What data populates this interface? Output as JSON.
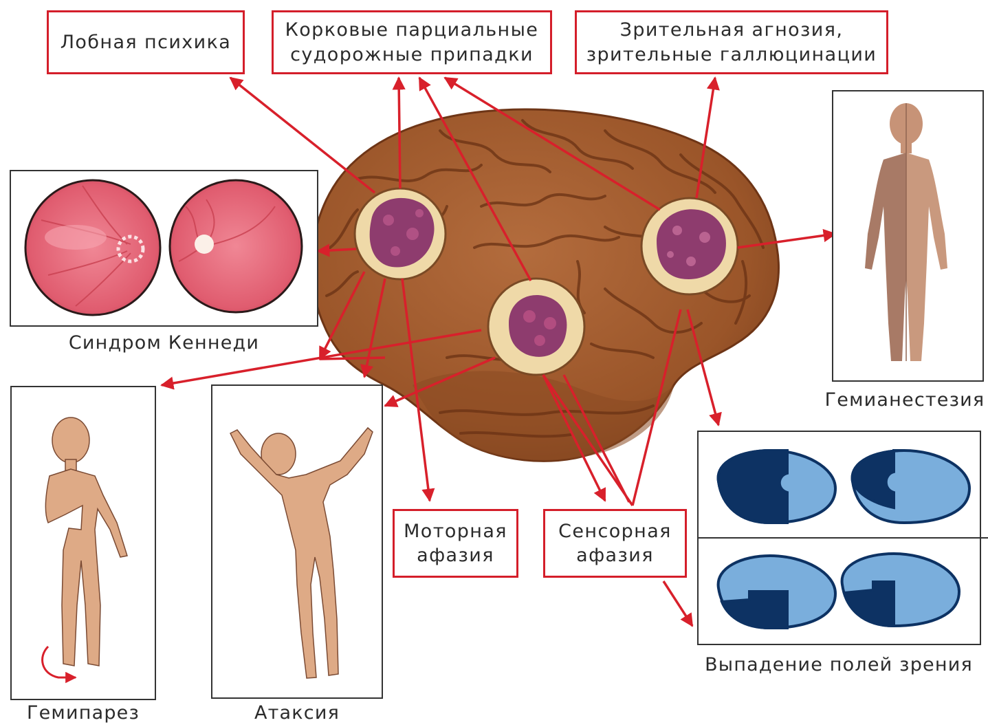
{
  "labels": {
    "frontal": "Лобная психика",
    "cortical_seizures": "Корковые парциальные\nсудорожные припадки",
    "visual_agnosia": "Зрительная агнозия,\nзрительные галлюцинации",
    "kennedy": "Синдром Кеннеди",
    "hemianesthesia": "Гемианестезия",
    "hemiparesis": "Гемипарез",
    "ataxia": "Атаксия",
    "motor_aphasia": "Моторная\nафазия",
    "sensory_aphasia": "Сенсорная\nафазия",
    "visual_fields": "Выпадение полей зрения"
  },
  "colors": {
    "arrow": "#d8202b",
    "box_border": "#d41e2a",
    "brain": "#a86235",
    "brain_dark": "#7a3f1d",
    "tumor_disc": "#efd9a8",
    "tumor": "#8e3c6e",
    "retina": "#e36a7a",
    "skin": "#d9a27f",
    "field_dark": "#0d3263",
    "field_light": "#7aaedc"
  },
  "icons": [
    "brain-illustration",
    "tumor-icon",
    "retina-image",
    "human-figure",
    "visual-field-map"
  ]
}
